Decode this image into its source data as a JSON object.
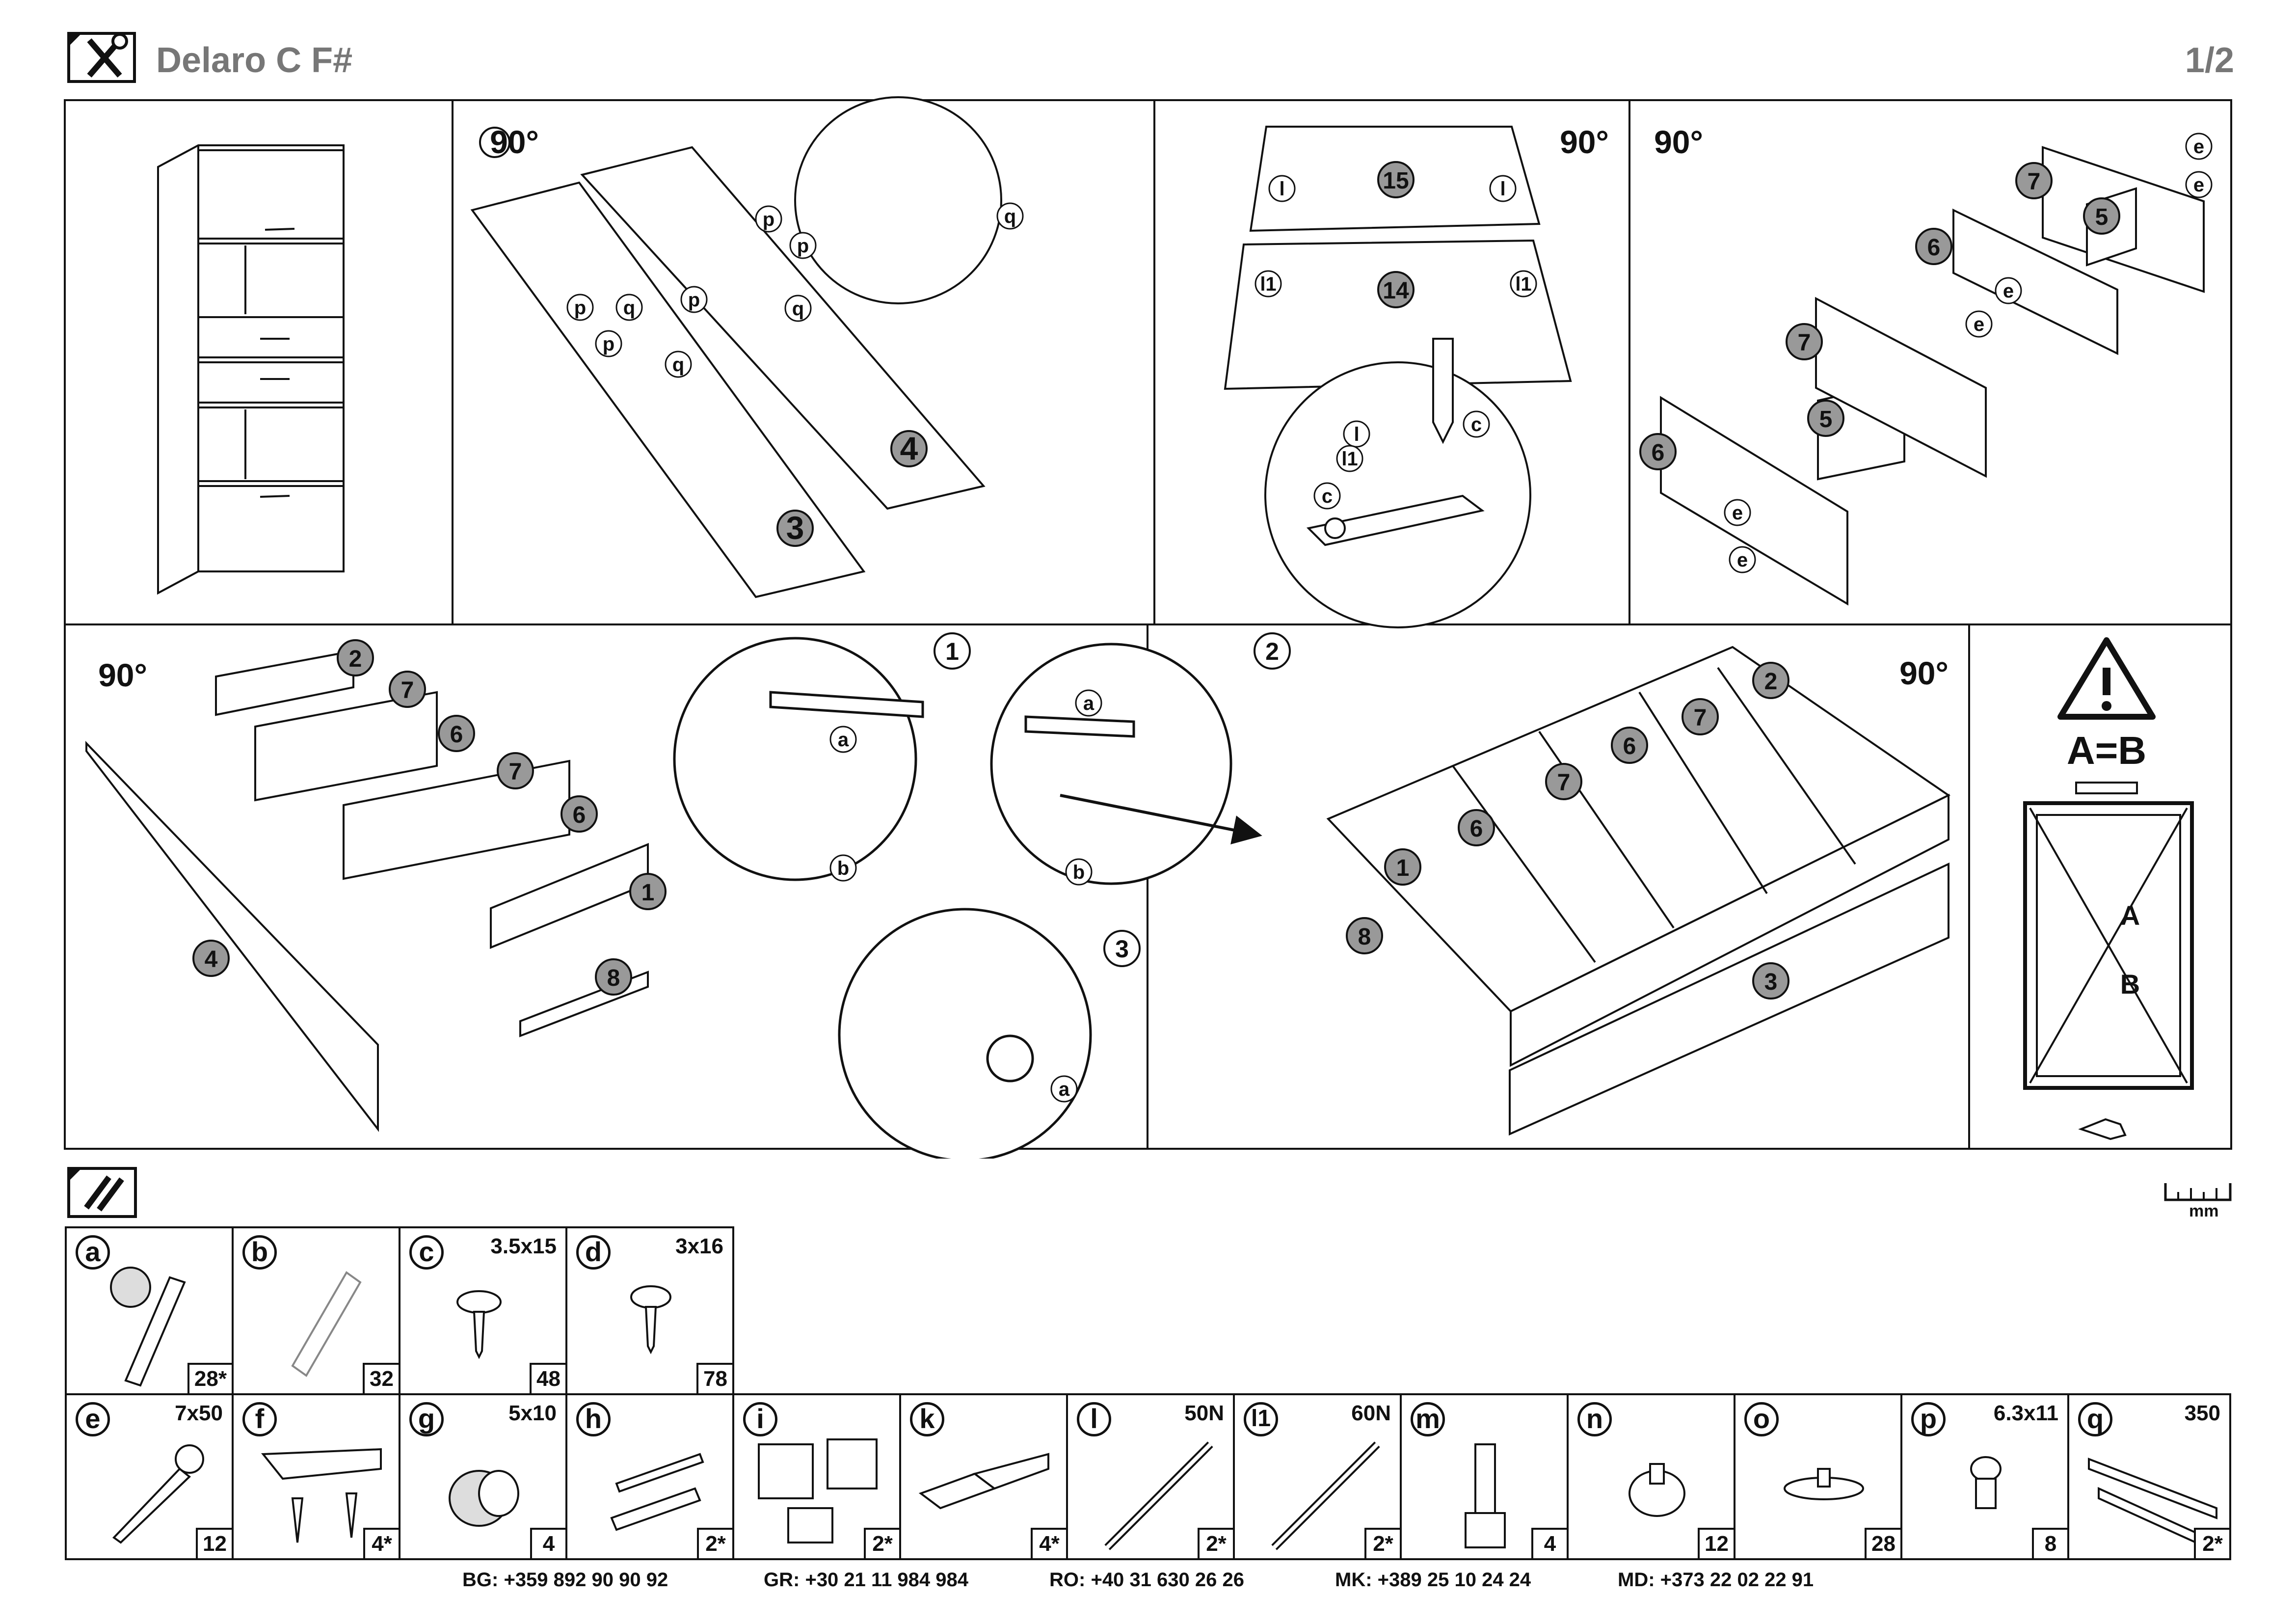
{
  "header": {
    "title": "Delaro C F#",
    "page": "1/2",
    "icon": "tools-icon"
  },
  "labels": {
    "rotate": "90°",
    "equal": "A=B",
    "diag_a": "A",
    "diag_b": "B",
    "ruler_unit": "mm",
    "steps": [
      "1",
      "2",
      "3"
    ],
    "parts": [
      "1",
      "2",
      "3",
      "4",
      "5",
      "6",
      "7",
      "8",
      "14",
      "15"
    ],
    "fittings": [
      "a",
      "b",
      "c",
      "e",
      "l",
      "l1",
      "p",
      "q"
    ]
  },
  "parts_header_icon": "hardware-icon",
  "hardware": [
    {
      "letter": "a",
      "spec": "",
      "qty": "28*",
      "icon": "cam-lock-icon"
    },
    {
      "letter": "b",
      "spec": "",
      "qty": "32",
      "icon": "dowel-icon"
    },
    {
      "letter": "c",
      "spec": "3.5x15",
      "qty": "48",
      "icon": "screw-icon"
    },
    {
      "letter": "d",
      "spec": "3x16",
      "qty": "78",
      "icon": "screw-icon"
    },
    {
      "letter": "e",
      "spec": "7x50",
      "qty": "12",
      "icon": "confirmat-screw-icon"
    },
    {
      "letter": "f",
      "spec": "",
      "qty": "4*",
      "icon": "handle-icon"
    },
    {
      "letter": "g",
      "spec": "5x10",
      "qty": "4",
      "icon": "sleeve-icon"
    },
    {
      "letter": "h",
      "spec": "",
      "qty": "2*",
      "icon": "wall-anchor-icon"
    },
    {
      "letter": "i",
      "spec": "",
      "qty": "2*",
      "icon": "bracket-icon"
    },
    {
      "letter": "k",
      "spec": "",
      "qty": "4*",
      "icon": "hinge-icon"
    },
    {
      "letter": "l",
      "spec": "50N",
      "qty": "2*",
      "icon": "gas-strut-icon"
    },
    {
      "letter": "l1",
      "spec": "60N",
      "qty": "2*",
      "icon": "gas-strut-icon"
    },
    {
      "letter": "m",
      "spec": "",
      "qty": "4",
      "icon": "leveling-foot-icon"
    },
    {
      "letter": "n",
      "spec": "",
      "qty": "12",
      "icon": "shelf-pin-icon"
    },
    {
      "letter": "o",
      "spec": "",
      "qty": "28",
      "icon": "cap-icon"
    },
    {
      "letter": "p",
      "spec": "6.3x11",
      "qty": "8",
      "icon": "euro-screw-icon"
    },
    {
      "letter": "q",
      "spec": "350",
      "qty": "2*",
      "icon": "drawer-slide-icon"
    }
  ],
  "contacts": [
    {
      "country": "BG:",
      "phone": "+359 892 90 90 92"
    },
    {
      "country": "GR:",
      "phone": "+30 21 11 984 984"
    },
    {
      "country": "RO:",
      "phone": "+40 31 630 26 26"
    },
    {
      "country": "MK:",
      "phone": "+389 25 10 24 24"
    },
    {
      "country": "MD:",
      "phone": "+373 22 02 22 91"
    }
  ]
}
